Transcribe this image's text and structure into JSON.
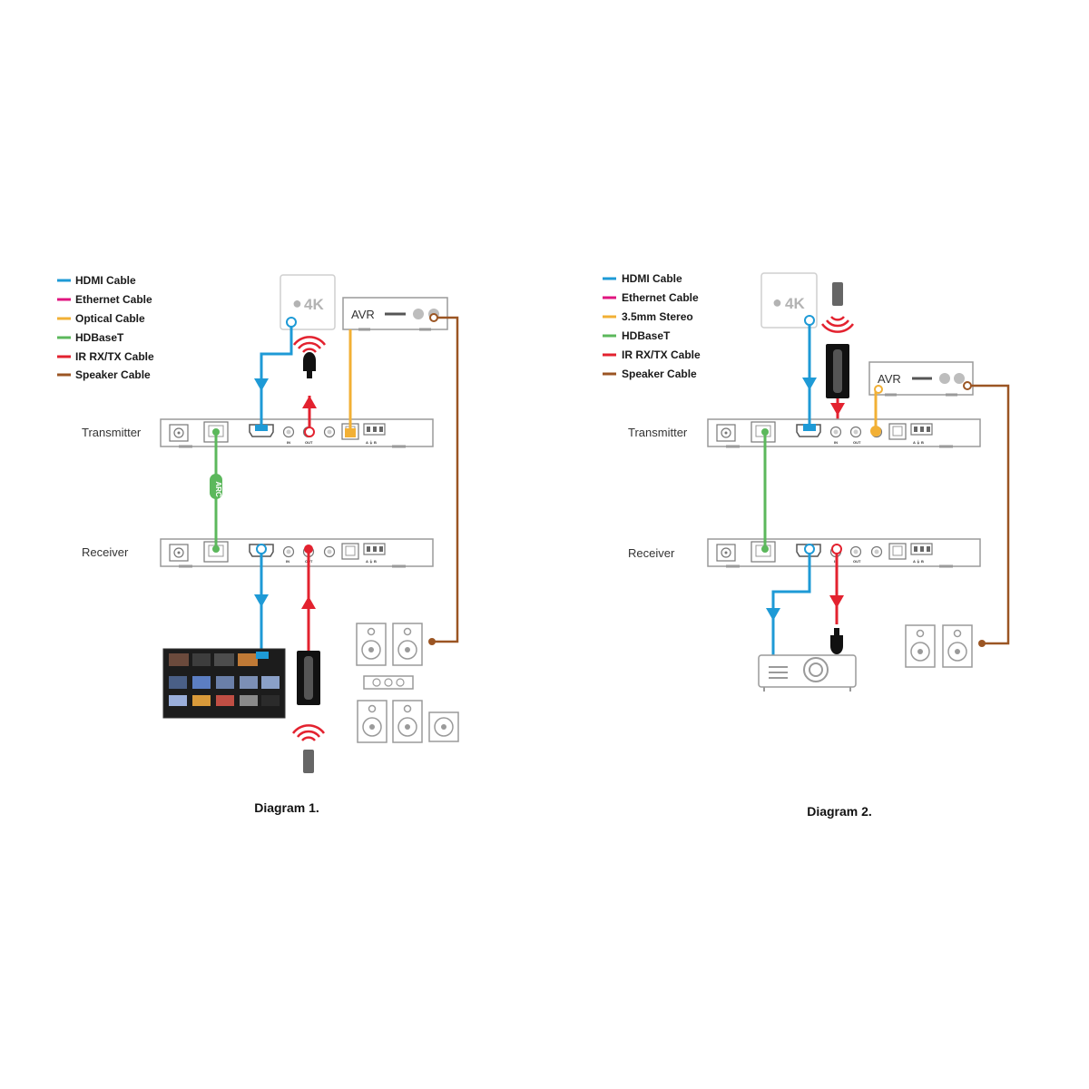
{
  "colors": {
    "hdmi": "#1e9ad6",
    "ethernet": "#e0157f",
    "optical": "#f2b035",
    "hdbaset": "#5cb85c",
    "ir": "#e3222f",
    "speaker": "#9b5523",
    "device_outline": "#9a9a9a",
    "text": "#1a1a1a"
  },
  "diagram1": {
    "caption": "Diagram 1.",
    "legend": [
      {
        "label": "HDMI Cable",
        "color": "#1e9ad6"
      },
      {
        "label": "Ethernet Cable",
        "color": "#e0157f"
      },
      {
        "label": "Optical Cable",
        "color": "#f2b035"
      },
      {
        "label": "HDBaseT",
        "color": "#5cb85c"
      },
      {
        "label": "IR RX/TX Cable",
        "color": "#e3222f"
      },
      {
        "label": "Speaker Cable",
        "color": "#9b5523"
      }
    ],
    "transmitter_label": "Transmitter",
    "receiver_label": "Receiver",
    "source_label": "4K",
    "avr_label": "AVR",
    "arc_label": "ARC",
    "ir_in_label": "IN",
    "ir_out_label": "OUT",
    "terminal_labels": "A ⏚ B"
  },
  "diagram2": {
    "caption": "Diagram 2.",
    "legend": [
      {
        "label": "HDMI Cable",
        "color": "#1e9ad6"
      },
      {
        "label": "Ethernet Cable",
        "color": "#e0157f"
      },
      {
        "label": "3.5mm Stereo",
        "color": "#f2b035"
      },
      {
        "label": "HDBaseT",
        "color": "#5cb85c"
      },
      {
        "label": "IR RX/TX Cable",
        "color": "#e3222f"
      },
      {
        "label": "Speaker Cable",
        "color": "#9b5523"
      }
    ],
    "transmitter_label": "Transmitter",
    "receiver_label": "Receiver",
    "source_label": "4K",
    "avr_label": "AVR",
    "ir_in_label": "IN",
    "ir_out_label": "OUT",
    "terminal_labels": "A ⏚ B"
  }
}
